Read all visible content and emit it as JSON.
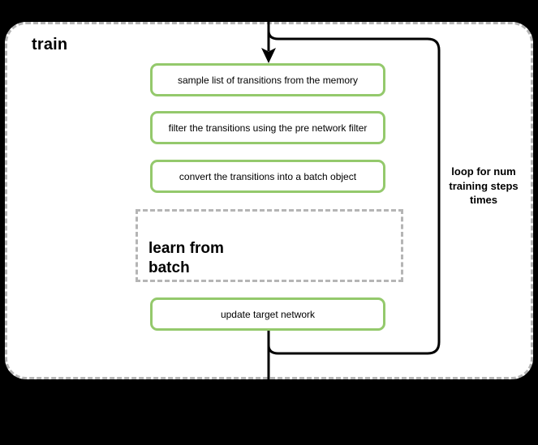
{
  "colors": {
    "background": "#000000",
    "surface": "#ffffff",
    "step_border_green": "#94c96c",
    "dashed_border_gray": "#b5b5b5",
    "line_black": "#000000"
  },
  "train": {
    "title": "train",
    "steps": [
      {
        "id": "sample",
        "label": "sample list of transitions from the memory"
      },
      {
        "id": "filter",
        "label": "filter the transitions using the pre network filter"
      },
      {
        "id": "convert",
        "label": "convert the transitions into a batch object"
      },
      {
        "id": "learn",
        "label": "learn from\nbatch"
      },
      {
        "id": "update",
        "label": "update target network"
      }
    ],
    "loop_label": "loop for num\ntraining steps\ntimes"
  }
}
